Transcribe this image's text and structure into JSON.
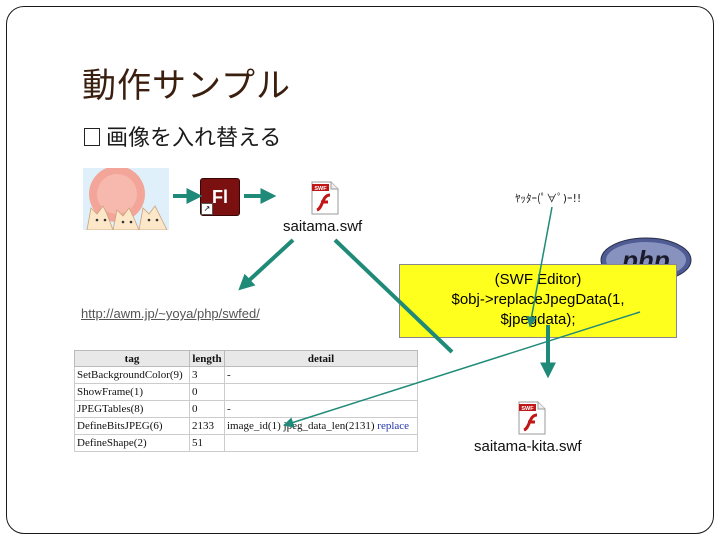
{
  "title": "動作サンプル",
  "bullet": "画像を入れ替える",
  "fl_icon_text": "Fl",
  "swf_badge": "SWF",
  "source_file": "saitama.swf",
  "output_file": "saitama-kita.swf",
  "face_text": "ﾔｯﾀｰ(ﾟ∀ﾟ)ｰ!!",
  "link_url": "http://awm.jp/~yoya/php/swfed/",
  "callout": {
    "line1": "(SWF Editor)",
    "line2": "$obj->replaceJpegData(1,",
    "line3": "$jpegdata);"
  },
  "php_logo_text": "php",
  "table": {
    "headers": [
      "tag",
      "length",
      "detail"
    ],
    "rows": [
      {
        "tag": "SetBackgroundColor(9)",
        "length": "3",
        "detail": "-",
        "action": ""
      },
      {
        "tag": "ShowFrame(1)",
        "length": "0",
        "detail": "",
        "action": ""
      },
      {
        "tag": "JPEGTables(8)",
        "length": "0",
        "detail": "-",
        "action": ""
      },
      {
        "tag": "DefineBitsJPEG(6)",
        "length": "2133",
        "detail": "image_id(1) jpeg_data_len(2131)",
        "action": "replace"
      },
      {
        "tag": "DefineShape(2)",
        "length": "51",
        "detail": "",
        "action": ""
      }
    ]
  },
  "colors": {
    "title": "#3a1f0f",
    "arrow": "#1f8a78",
    "callout_bg": "#ffff1e",
    "flash": "#7a1010",
    "php": "#4f5b93"
  }
}
